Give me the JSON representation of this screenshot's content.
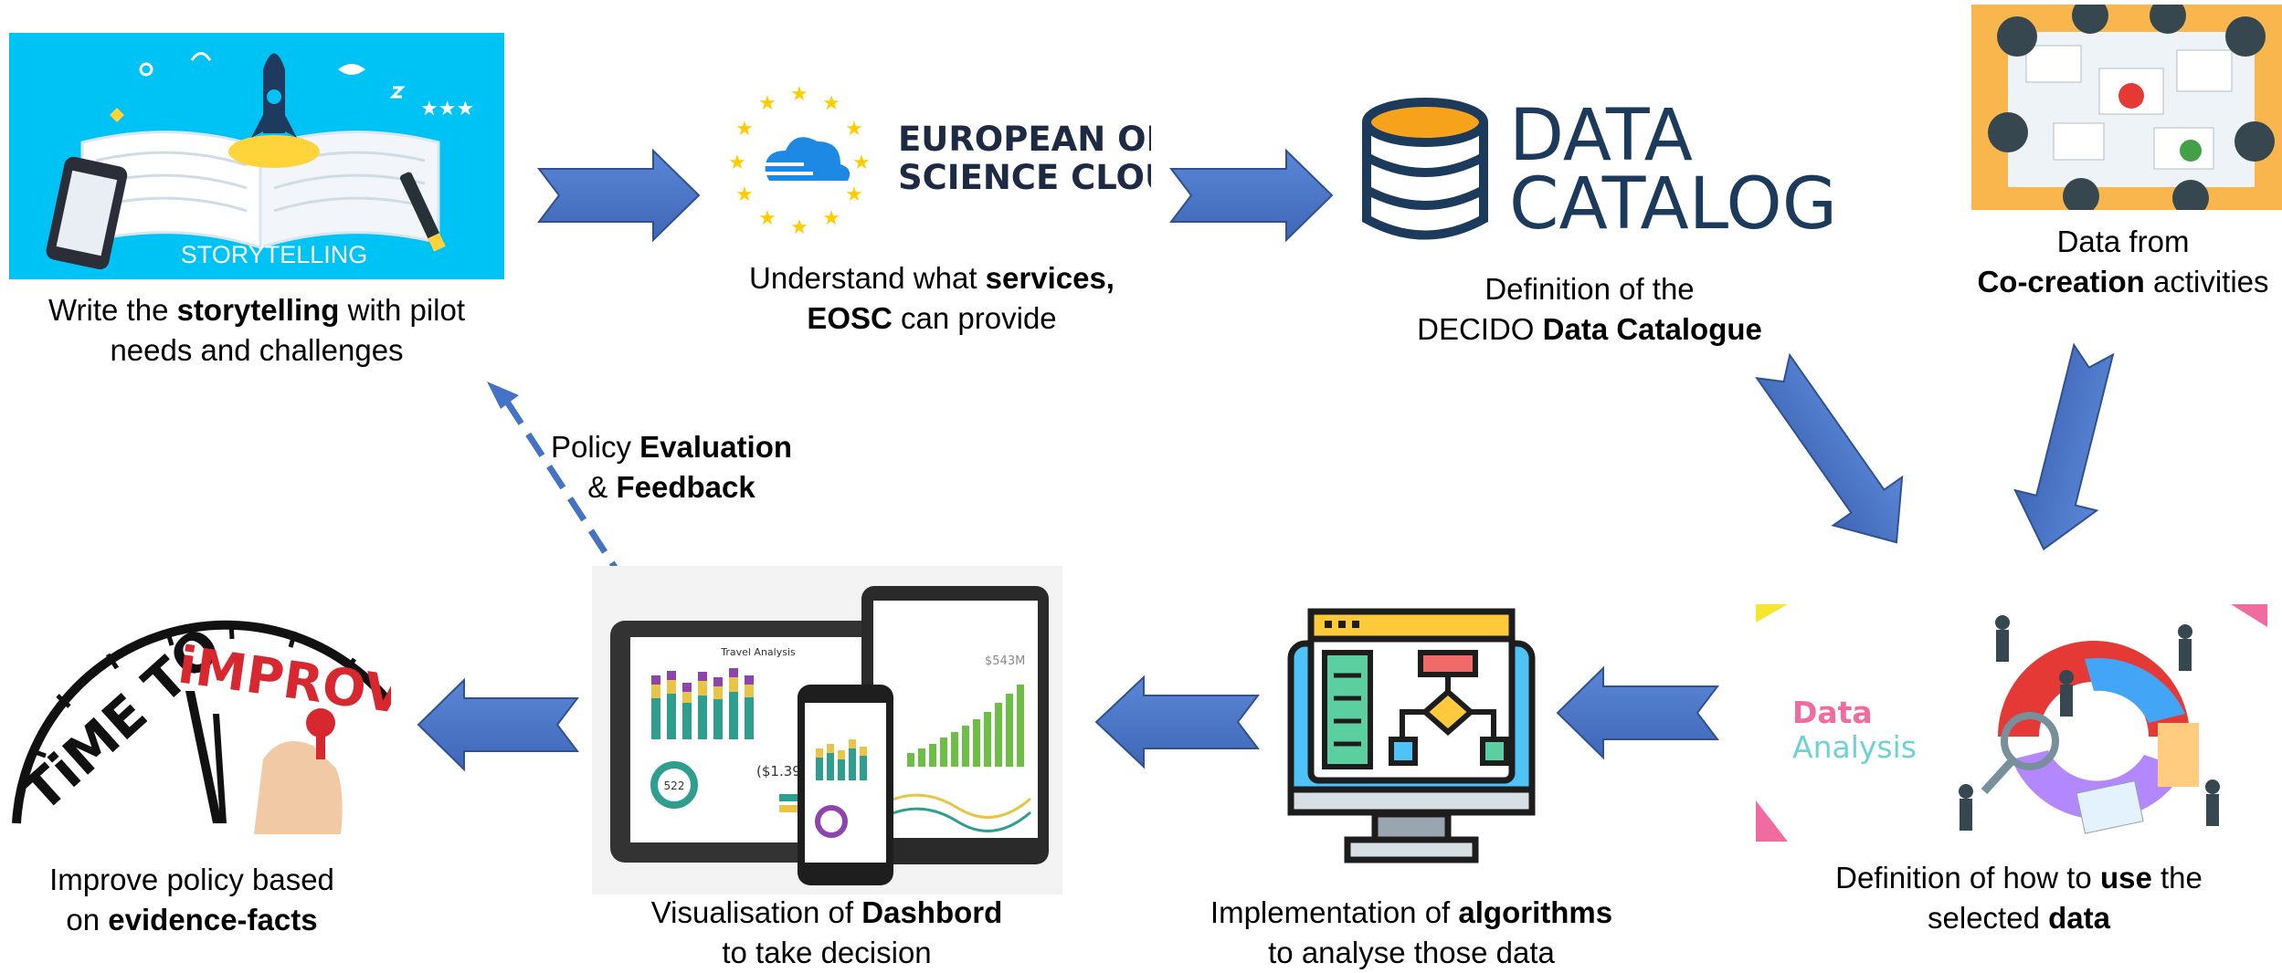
{
  "steps": {
    "storytelling": {
      "image_label": "STORYTELLING",
      "caption_pre": "Write the ",
      "caption_bold": "storytelling",
      "caption_post": " with pilot",
      "caption_line2": "needs and challenges"
    },
    "eosc": {
      "logo_line1": "EUROPEAN OPEN",
      "logo_line2": "SCIENCE CLOUD",
      "caption_pre": "Understand what ",
      "caption_bold": "services,",
      "caption_line2_bold": "EOSC",
      "caption_line2_post": " can provide"
    },
    "catalog": {
      "logo_line1": "DATA",
      "logo_line2": "CATALOG",
      "caption_line1": "Definition of the",
      "caption_line2_pre": "DECIDO ",
      "caption_line2_bold": "Data Catalogue"
    },
    "cocreation": {
      "caption_line1": "Data from",
      "caption_line2_bold": "Co-creation",
      "caption_line2_post": " activities"
    },
    "analysis": {
      "logo_line1": "Data",
      "logo_line2": "Analysis",
      "caption_pre": "Definition of how to ",
      "caption_bold": "use",
      "caption_post": " the",
      "caption_line2_pre": "selected ",
      "caption_line2_bold": "data"
    },
    "algorithms": {
      "caption_pre": "Implementation of ",
      "caption_bold": "algorithms",
      "caption_line2": "to analyse those data"
    },
    "dashboard": {
      "screen_title": "Travel Analysis",
      "value_a": "($1.39M)",
      "value_b": "522",
      "value_c": "$543M",
      "caption_pre": "Visualisation of ",
      "caption_bold": "Dashbord",
      "caption_line2": "to take decision"
    },
    "improve": {
      "clock_text_a": "TiME TO",
      "clock_text_b": "iMPROVE",
      "caption_line1": "Improve policy based",
      "caption_line2_pre": "on ",
      "caption_line2_bold": "evidence-facts"
    }
  },
  "feedback": {
    "line1_pre": "Policy ",
    "line1_bold": "Evaluation",
    "line2_pre": "& ",
    "line2_bold": "Feedback"
  },
  "colors": {
    "arrow_blue": "#4472C4",
    "sky_blue": "#00C3F5",
    "catalog_navy": "#1B3A5C",
    "catalog_orange": "#F7A21B",
    "eosc_navy": "#1E2A44",
    "improve_red": "#D7282F",
    "analysis_pink": "#F06BA0",
    "analysis_teal": "#6ED1D6"
  }
}
